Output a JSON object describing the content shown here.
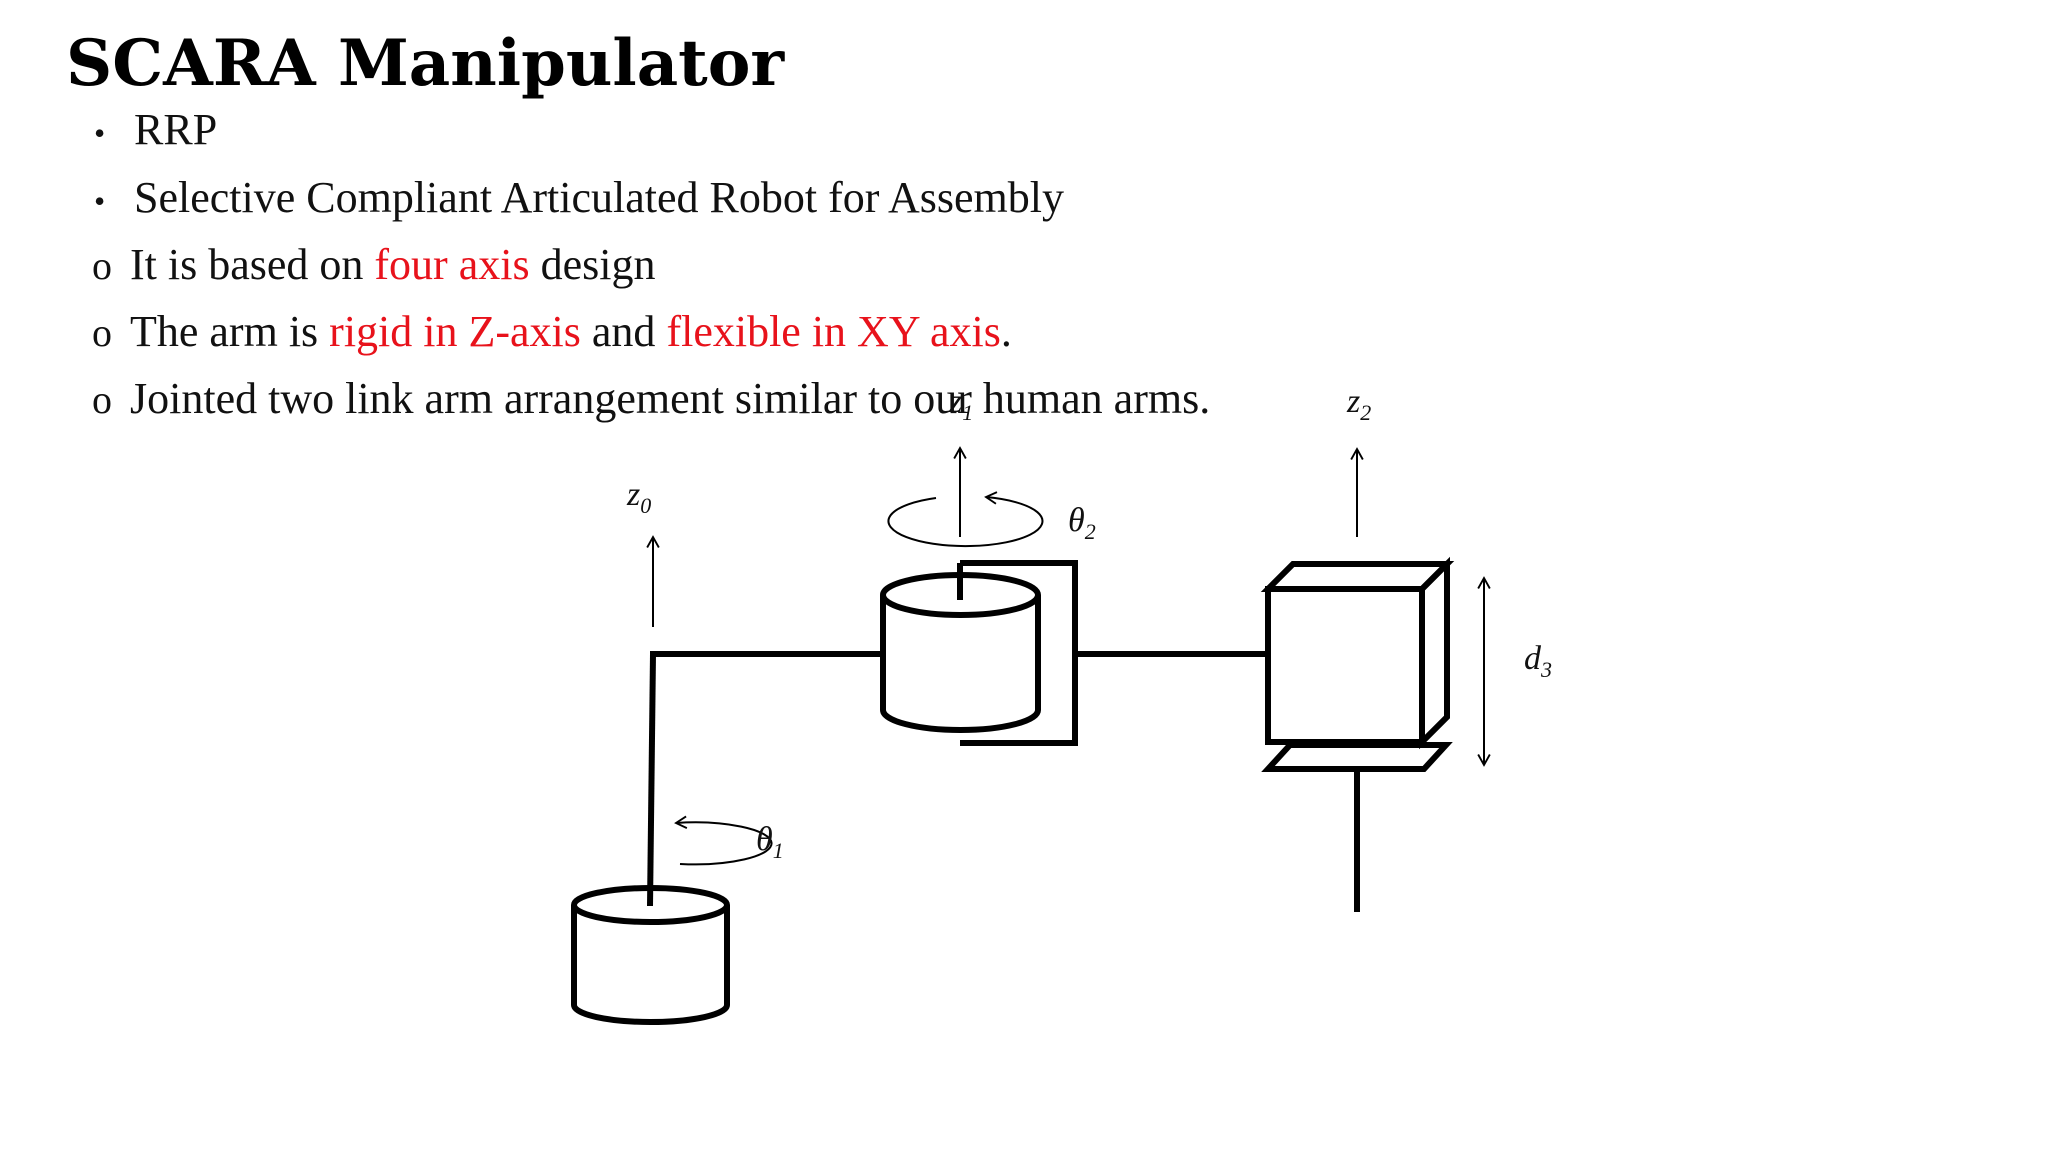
{
  "slide": {
    "title": "SCARA Manipulator",
    "colors": {
      "highlight": "#e8121b",
      "text": "#111111",
      "line": "#000000"
    },
    "bullets": [
      {
        "marker": "•",
        "segments": [
          {
            "text": "RRP"
          }
        ]
      },
      {
        "marker": "•",
        "segments": [
          {
            "text": "Selective Compliant Articulated Robot for Assembly"
          }
        ]
      },
      {
        "marker": "o",
        "segments": [
          {
            "text": "It is based on "
          },
          {
            "text": "four axis",
            "highlight": true
          },
          {
            "text": " design"
          }
        ]
      },
      {
        "marker": "o",
        "segments": [
          {
            "text": "The arm is "
          },
          {
            "text": "rigid in Z-axis",
            "highlight": true
          },
          {
            "text": " and "
          },
          {
            "text": "flexible in XY axis",
            "highlight": true
          },
          {
            "text": "."
          }
        ]
      },
      {
        "marker": "o",
        "segments": [
          {
            "text": "Jointed two link arm arrangement similar to our human arms."
          }
        ]
      }
    ]
  },
  "diagram": {
    "labels": {
      "z0": {
        "base": "z",
        "sub": "0"
      },
      "z1": {
        "base": "z",
        "sub": "1"
      },
      "z2": {
        "base": "z",
        "sub": "2"
      },
      "theta1": {
        "base": "θ",
        "sub": "1"
      },
      "theta2": {
        "base": "θ",
        "sub": "2"
      },
      "d3": {
        "base": "d",
        "sub": "3"
      }
    }
  }
}
